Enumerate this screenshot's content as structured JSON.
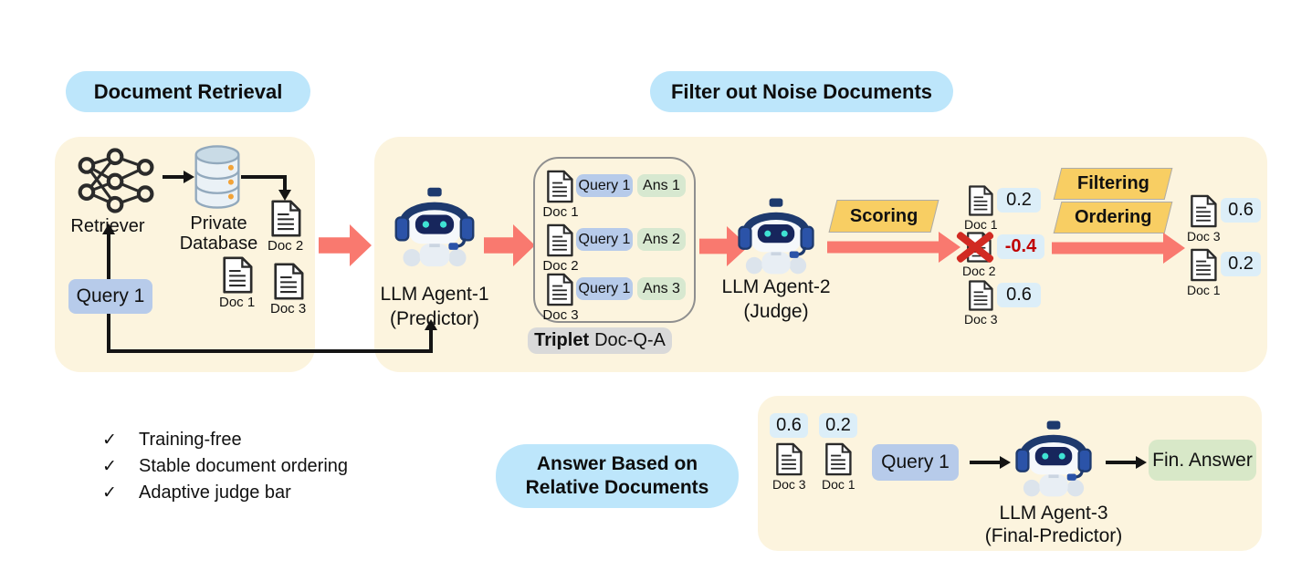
{
  "colors": {
    "panel_bg": "#FCF4DE",
    "header_bg": "#BDE6FB",
    "query_chip_bg": "#B7CBEA",
    "answer_chip_bg": "#D7E8D0",
    "score_chip_bg": "#DCEEF8",
    "triplet_caption_bg": "#D9D9D9",
    "process_tag_bg": "#F8CE63",
    "flow_arrow": "#F9796F",
    "negative_score_color": "#C00000",
    "final_answer_bg": "#D8E8C8"
  },
  "headers": {
    "document_retrieval": "Document Retrieval",
    "filter_noise": "Filter out Noise Documents",
    "answer_line1": "Answer Based on",
    "answer_line2": "Relative Documents"
  },
  "retrieval": {
    "retriever": "Retriever",
    "database_line1": "Private",
    "database_line2": "Database",
    "query": "Query 1",
    "doc2": "Doc 2",
    "doc1": "Doc 1",
    "doc3": "Doc 3"
  },
  "agent1": {
    "name": "LLM Agent-1",
    "role": "(Predictor)"
  },
  "triplet": {
    "rows": [
      {
        "doc": "Doc 1",
        "query": "Query 1",
        "ans": "Ans 1"
      },
      {
        "doc": "Doc 2",
        "query": "Query 1",
        "ans": "Ans 2"
      },
      {
        "doc": "Doc 3",
        "query": "Query 1",
        "ans": "Ans 3"
      }
    ],
    "caption_bold": "Triplet",
    "caption_rest": "Doc-Q-A"
  },
  "agent2": {
    "name": "LLM Agent-2",
    "role": "(Judge)"
  },
  "scoring": {
    "tag": "Scoring",
    "results": [
      {
        "doc": "Doc 1",
        "score": "0.2"
      },
      {
        "doc": "Doc 2",
        "score": "-0.4"
      },
      {
        "doc": "Doc 3",
        "score": "0.6"
      }
    ]
  },
  "filter_order": {
    "tag_filtering": "Filtering",
    "tag_ordering": "Ordering",
    "results": [
      {
        "doc": "Doc 3",
        "score": "0.6"
      },
      {
        "doc": "Doc 1",
        "score": "0.2"
      }
    ]
  },
  "checklist": {
    "check": "✓",
    "items": [
      "Training-free",
      "Stable document ordering",
      "Adaptive judge bar"
    ]
  },
  "final": {
    "scored_docs": [
      {
        "score": "0.6",
        "doc": "Doc 3"
      },
      {
        "score": "0.2",
        "doc": "Doc 1"
      }
    ],
    "query": "Query 1",
    "agent_name": "LLM Agent-3",
    "agent_role": "(Final-Predictor)",
    "answer": "Fin. Answer"
  }
}
